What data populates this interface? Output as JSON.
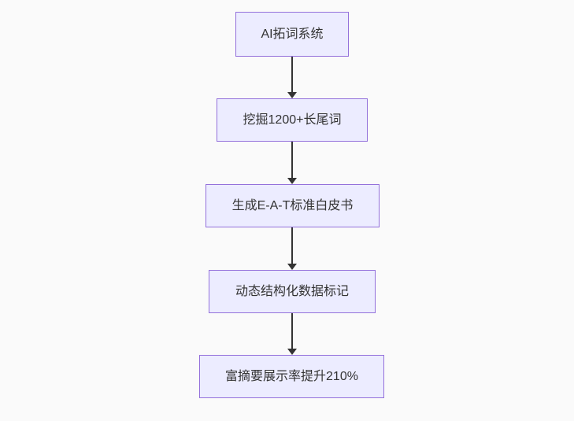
{
  "diagram": {
    "type": "flowchart",
    "direction": "top-down",
    "nodes": [
      {
        "id": "A",
        "label": "AI拓词系统"
      },
      {
        "id": "B",
        "label": "挖掘1200+长尾词"
      },
      {
        "id": "C",
        "label": "生成E-A-T标准白皮书"
      },
      {
        "id": "D",
        "label": "动态结构化数据标记"
      },
      {
        "id": "E",
        "label": "富摘要展示率提升210%"
      }
    ],
    "edges": [
      {
        "from": "A",
        "to": "B"
      },
      {
        "from": "B",
        "to": "C"
      },
      {
        "from": "C",
        "to": "D"
      },
      {
        "from": "D",
        "to": "E"
      }
    ],
    "colors": {
      "node_fill": "#ECECFF",
      "node_border": "#9370DB",
      "node_text": "#333333",
      "edge": "#333333",
      "background": "#FAFAFA"
    }
  }
}
